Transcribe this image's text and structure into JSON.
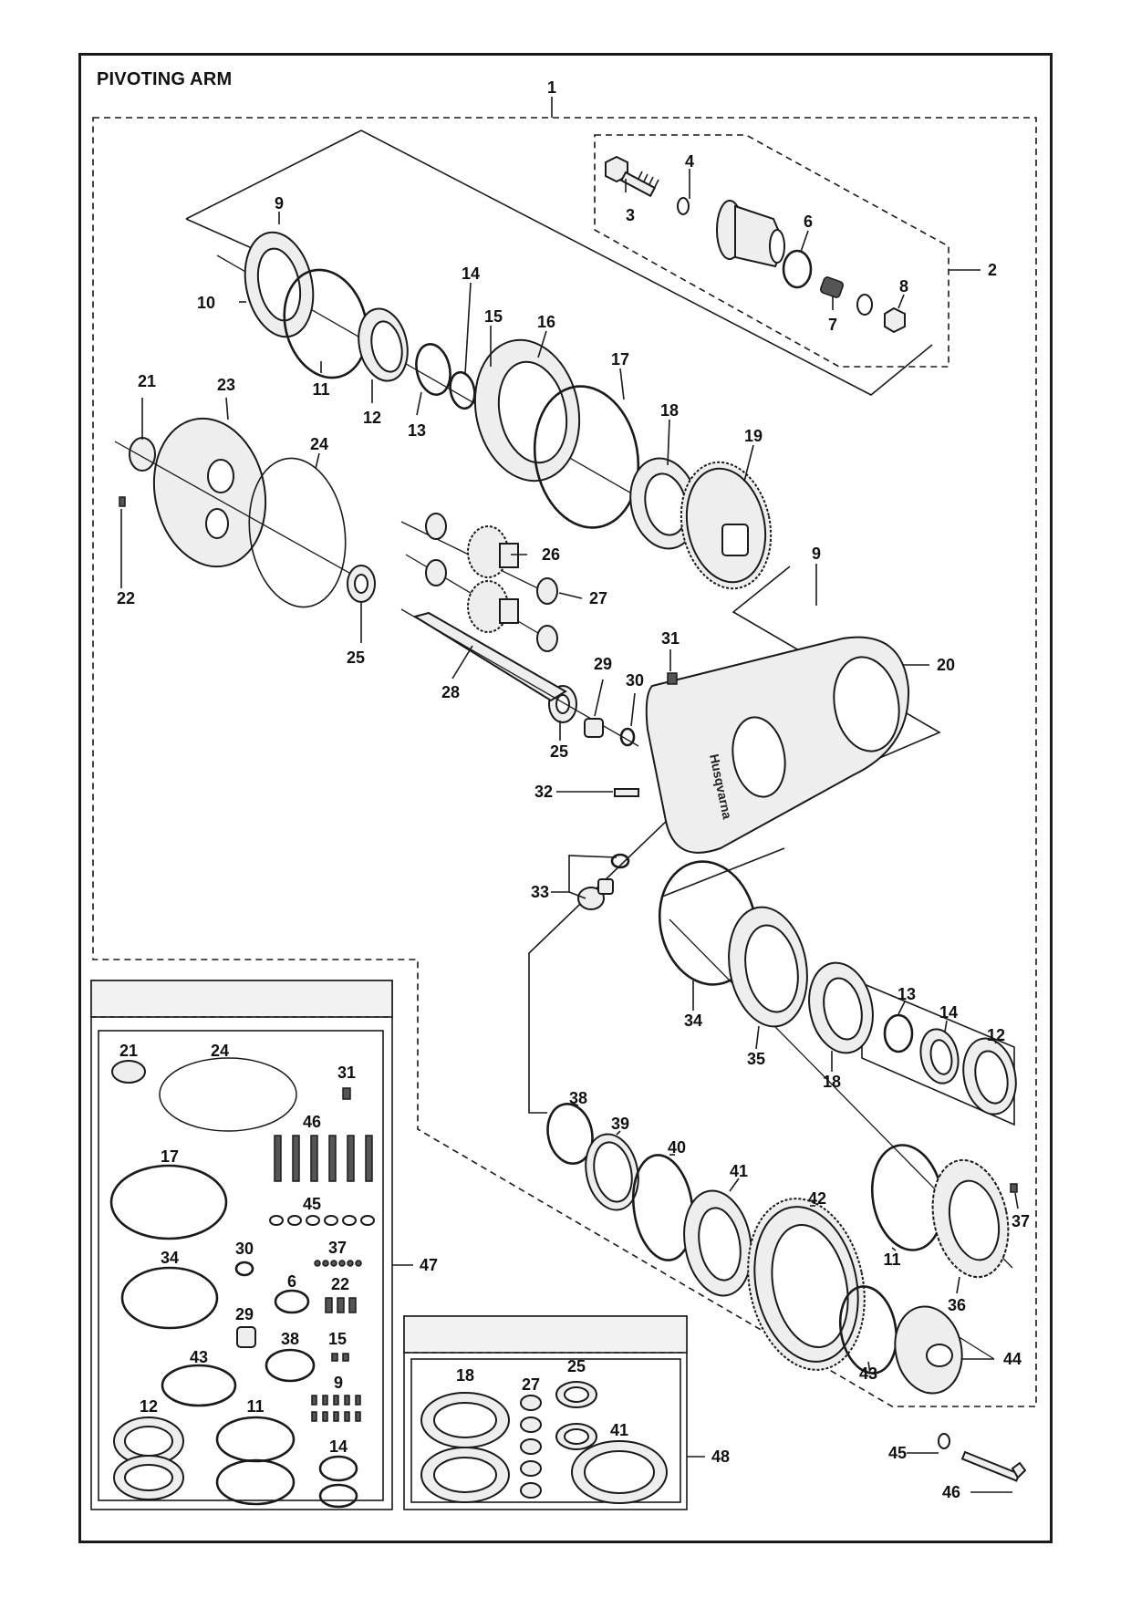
{
  "title": "PIVOTING ARM",
  "brand_logo": "Husqvarna",
  "colors": {
    "line": "#1a1a1a",
    "part_fill": "#eeeeee",
    "part_dark": "#555555",
    "kit_header": "#f2f2f2"
  },
  "callouts": {
    "main": [
      {
        "id": "c1",
        "label": "1"
      },
      {
        "id": "c2",
        "label": "2"
      },
      {
        "id": "c3",
        "label": "3"
      },
      {
        "id": "c4",
        "label": "4"
      },
      {
        "id": "c6",
        "label": "6"
      },
      {
        "id": "c7",
        "label": "7"
      },
      {
        "id": "c8",
        "label": "8"
      },
      {
        "id": "c9a",
        "label": "9"
      },
      {
        "id": "c10",
        "label": "10"
      },
      {
        "id": "c11a",
        "label": "11"
      },
      {
        "id": "c12a",
        "label": "12"
      },
      {
        "id": "c13a",
        "label": "13"
      },
      {
        "id": "c14a",
        "label": "14"
      },
      {
        "id": "c15",
        "label": "15"
      },
      {
        "id": "c16",
        "label": "16"
      },
      {
        "id": "c17",
        "label": "17"
      },
      {
        "id": "c18a",
        "label": "18"
      },
      {
        "id": "c19",
        "label": "19"
      },
      {
        "id": "c21",
        "label": "21"
      },
      {
        "id": "c23",
        "label": "23"
      },
      {
        "id": "c24",
        "label": "24"
      },
      {
        "id": "c22",
        "label": "22"
      },
      {
        "id": "c26",
        "label": "26"
      },
      {
        "id": "c27",
        "label": "27"
      },
      {
        "id": "c9b",
        "label": "9"
      },
      {
        "id": "c25a",
        "label": "25"
      },
      {
        "id": "c31",
        "label": "31"
      },
      {
        "id": "c20",
        "label": "20"
      },
      {
        "id": "c29",
        "label": "29"
      },
      {
        "id": "c30",
        "label": "30"
      },
      {
        "id": "c28",
        "label": "28"
      },
      {
        "id": "c25b",
        "label": "25"
      },
      {
        "id": "c32",
        "label": "32"
      },
      {
        "id": "c33",
        "label": "33"
      },
      {
        "id": "c34",
        "label": "34"
      },
      {
        "id": "c35",
        "label": "35"
      },
      {
        "id": "c18b",
        "label": "18"
      },
      {
        "id": "c13b",
        "label": "13"
      },
      {
        "id": "c14b",
        "label": "14"
      },
      {
        "id": "c12b",
        "label": "12"
      },
      {
        "id": "c38",
        "label": "38"
      },
      {
        "id": "c39",
        "label": "39"
      },
      {
        "id": "c40",
        "label": "40"
      },
      {
        "id": "c41",
        "label": "41"
      },
      {
        "id": "c42",
        "label": "42"
      },
      {
        "id": "c37",
        "label": "37"
      },
      {
        "id": "c11b",
        "label": "11"
      },
      {
        "id": "c36",
        "label": "36"
      },
      {
        "id": "c43",
        "label": "43"
      },
      {
        "id": "c44",
        "label": "44"
      },
      {
        "id": "c45",
        "label": "45"
      },
      {
        "id": "c46",
        "label": "46"
      }
    ],
    "kit47": [
      {
        "id": "k21",
        "label": "21"
      },
      {
        "id": "k24",
        "label": "24"
      },
      {
        "id": "k31",
        "label": "31"
      },
      {
        "id": "k46",
        "label": "46"
      },
      {
        "id": "k17",
        "label": "17"
      },
      {
        "id": "k45",
        "label": "45"
      },
      {
        "id": "k30",
        "label": "30"
      },
      {
        "id": "k37",
        "label": "37"
      },
      {
        "id": "k34",
        "label": "34"
      },
      {
        "id": "k6",
        "label": "6"
      },
      {
        "id": "k22",
        "label": "22"
      },
      {
        "id": "k29",
        "label": "29"
      },
      {
        "id": "k38",
        "label": "38"
      },
      {
        "id": "k15",
        "label": "15"
      },
      {
        "id": "k43",
        "label": "43"
      },
      {
        "id": "k12",
        "label": "12"
      },
      {
        "id": "k11",
        "label": "11"
      },
      {
        "id": "k9",
        "label": "9"
      },
      {
        "id": "k14",
        "label": "14"
      },
      {
        "id": "k47",
        "label": "47"
      }
    ],
    "kit48": [
      {
        "id": "b18",
        "label": "18"
      },
      {
        "id": "b25",
        "label": "25"
      },
      {
        "id": "b27",
        "label": "27"
      },
      {
        "id": "b41",
        "label": "41"
      },
      {
        "id": "b48",
        "label": "48"
      }
    ]
  }
}
